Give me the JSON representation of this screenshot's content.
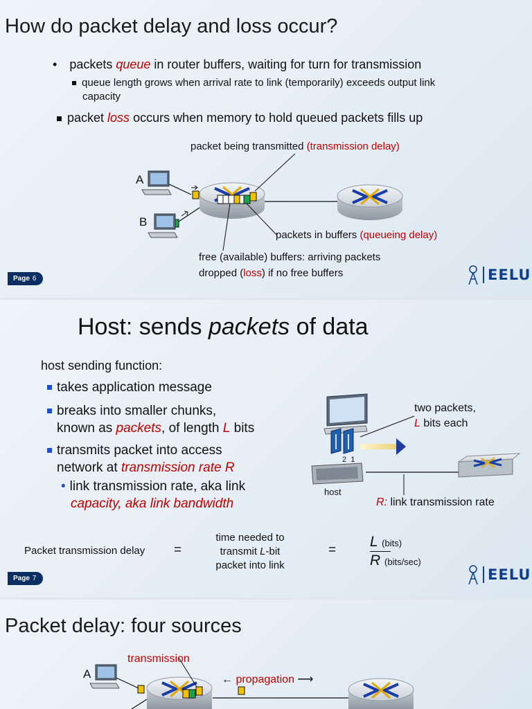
{
  "slide1": {
    "title": "How do packet delay and loss occur?",
    "b1": {
      "pre": "packets ",
      "em": "queue",
      "post": " in router buffers, waiting for turn for transmission"
    },
    "b1_sub_l1": "queue length grows when arrival rate to link (temporarily) exceeds output link",
    "b1_sub_l2": "capacity",
    "b2": {
      "pre": "packet ",
      "em": "loss",
      "post": " occurs when memory to hold queued packets fills up"
    },
    "label_tx": {
      "pre": "packet being transmitted ",
      "red": "(transmission delay)"
    },
    "label_buf": {
      "pre": "packets in buffers ",
      "red": "(queueing delay)"
    },
    "label_free_l1": "free (available) buffers: arriving packets",
    "label_free_l2": {
      "pre": "dropped (",
      "red": "loss",
      "post": ") if no free buffers"
    },
    "host_a": "A",
    "host_b": "B",
    "page": {
      "label": "Page",
      "num": "6"
    }
  },
  "slide2": {
    "title": {
      "pre": "Host: sends ",
      "em": "packets",
      "post": " of data"
    },
    "intro": "host sending function:",
    "b1": "takes application message",
    "b2_l1": "breaks into smaller chunks,",
    "b2_l2": {
      "pre": "known as ",
      "em": "packets",
      "mid": ", of length ",
      "em2": "L",
      "post": " bits"
    },
    "b3_l1": "transmits packet into access",
    "b3_l2": {
      "pre": "network at ",
      "em": "transmission rate R"
    },
    "b4_l1": "link transmission rate, aka link",
    "b4_l2": "capacity, aka link bandwidth",
    "two_packets_l1": "two packets,",
    "two_packets_l2": {
      "em": "L",
      "post": " bits each"
    },
    "pkt_nums": "2  1",
    "host_label": "host",
    "rate_label": {
      "em": "R:",
      "post": " link transmission rate"
    },
    "formula": {
      "lhs": "Packet transmission delay",
      "eq": "=",
      "mid_l1": "time needed to",
      "mid_l2": {
        "pre": "transmit ",
        "em": "L",
        "post": "-bit"
      },
      "mid_l3": "packet into link",
      "num": "L",
      "num_unit": "(bits)",
      "den": "R",
      "den_unit": "(bits/sec)"
    },
    "page": {
      "label": "Page",
      "num": "7"
    }
  },
  "slide3": {
    "title": "Packet delay: four sources",
    "transmission": "transmission",
    "propagation": "propagation",
    "arrow_left": "←",
    "arrow_right": "⟶",
    "host_a": "A"
  },
  "logo_text": "EELU",
  "colors": {
    "red": "#c00000",
    "badge": "#0c2f63",
    "brand": "#0c3e8a",
    "bullet_blue": "#1f4fc9",
    "packet_yellow": "#f2c200",
    "packet_green": "#1aa34a"
  }
}
